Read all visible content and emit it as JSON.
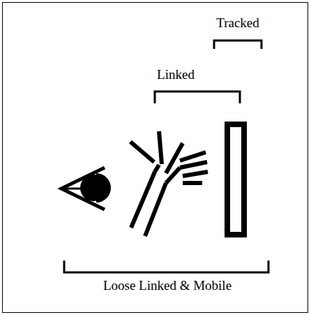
{
  "diagram": {
    "labels": [
      "Tracked",
      "Linked",
      "Loose Linked & Mobile"
    ]
  }
}
